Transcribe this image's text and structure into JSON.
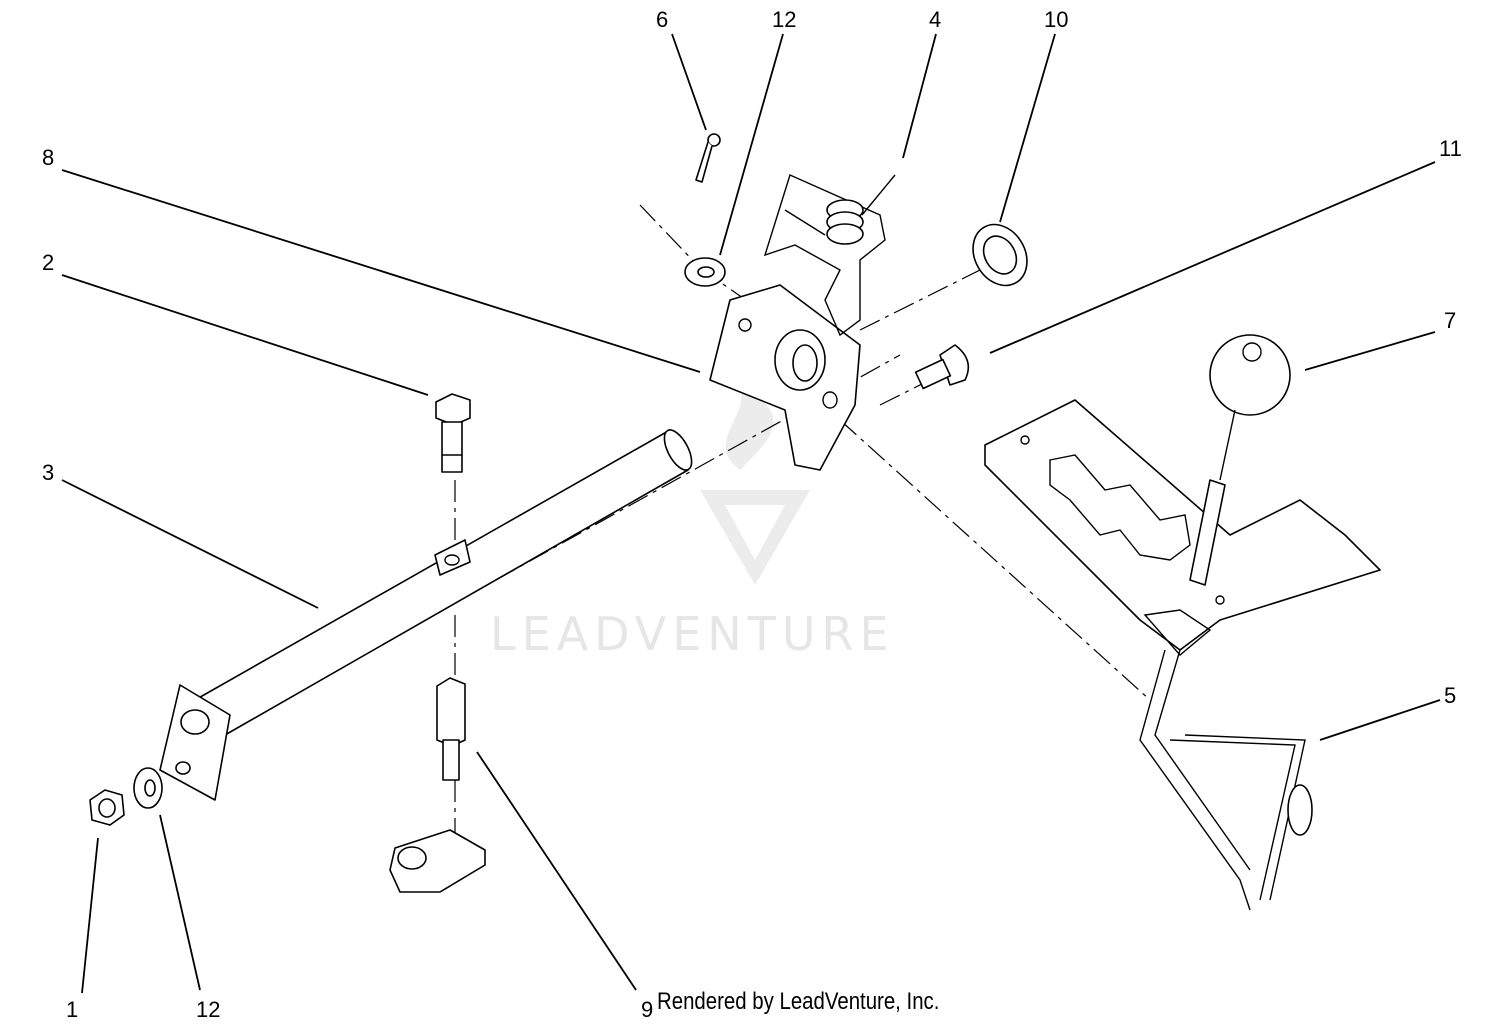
{
  "watermark": {
    "text": "LEADVENTURE"
  },
  "callouts": {
    "c1": "1",
    "c2": "2",
    "c3": "3",
    "c4": "4",
    "c5": "5",
    "c6": "6",
    "c7": "7",
    "c8": "8",
    "c9": "9",
    "c10": "10",
    "c11": "11",
    "c12_top": "12",
    "c12_bottom": "12"
  },
  "footer": {
    "credit": "Rendered by LeadVenture, Inc."
  }
}
